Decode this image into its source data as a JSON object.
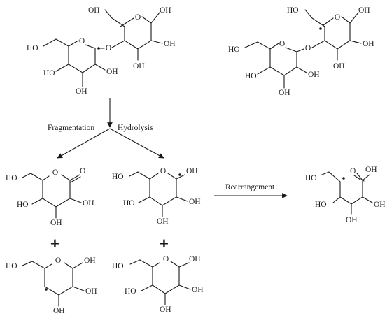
{
  "atoms": {
    "oh": "OH",
    "ho": "HO",
    "o": "O"
  },
  "labels": {
    "fragmentation": "Fragmentation",
    "hydrolysis": "Hydrolysis",
    "rearrangement": "Rearrangement",
    "plus": "+"
  }
}
